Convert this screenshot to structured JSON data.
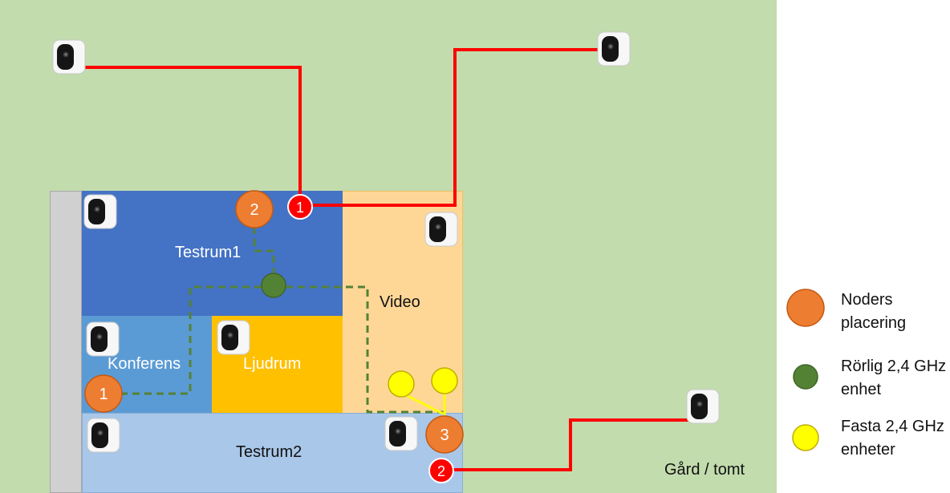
{
  "rooms": {
    "testrum1": "Testrum1",
    "video": "Video",
    "konferens": "Konferens",
    "ljudrum": "Ljudrum",
    "testrum2": "Testrum2"
  },
  "yard_label": "Gård / tomt",
  "nodes": [
    {
      "label": "2",
      "room": "Testrum1"
    },
    {
      "label": "1",
      "room": "Konferens"
    },
    {
      "label": "3",
      "room": "Testrum2"
    }
  ],
  "connection_markers": [
    {
      "label": "1"
    },
    {
      "label": "2"
    }
  ],
  "legend": [
    {
      "text": "Noders placering",
      "color": "#ed7d31"
    },
    {
      "text": "Rörlig 2,4 GHz enhet",
      "color": "#548235"
    },
    {
      "text": "Fasta 2,4 GHz enheter",
      "color": "#ffff00"
    }
  ],
  "colors": {
    "yard": "#c2dcae",
    "cable": "#ff0000",
    "node": "#ed7d31",
    "mobile_path": "#548235",
    "fixed_link": "#ffff00"
  },
  "icons": {
    "camera": "security-camera-icon"
  }
}
